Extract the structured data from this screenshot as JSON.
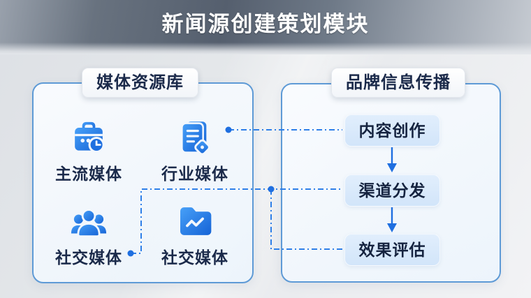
{
  "title": {
    "text": "新闻源创建策划模块"
  },
  "left_panel": {
    "label": "媒体资源库",
    "items": [
      {
        "icon": "briefcase-clock-icon",
        "label": "主流媒体"
      },
      {
        "icon": "document-tag-icon",
        "label": "行业媒体"
      },
      {
        "icon": "people-group-icon",
        "label": "社交媒体"
      },
      {
        "icon": "folder-chart-icon",
        "label": "社交媒体"
      }
    ]
  },
  "right_panel": {
    "label": "品牌信息传播",
    "steps": [
      "内容创作",
      "渠道分发",
      "效果评估"
    ]
  },
  "colors": {
    "banner_dark": "#555F6E",
    "accent_blue": "#2B7DE9",
    "icon_blue_light": "#47A0F8",
    "icon_blue_dark": "#1563D6",
    "dark_navy_text": "#1B2A4A",
    "panel_border": "#5E9AD6",
    "flow_box_bg": "#D7E8FB",
    "connector_blue": "#2E7FE8"
  }
}
